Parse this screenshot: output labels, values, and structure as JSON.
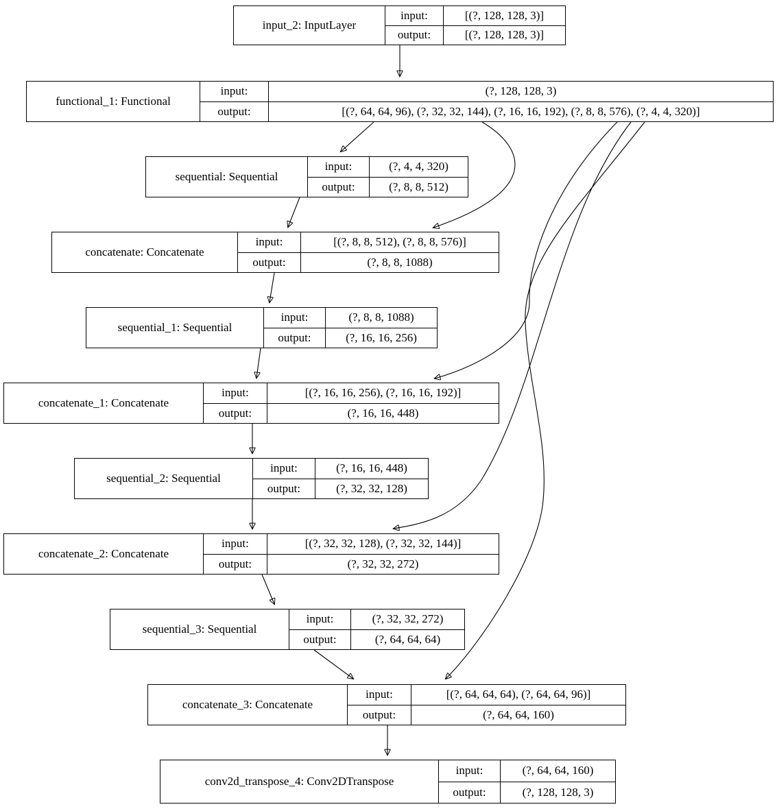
{
  "labels": {
    "input": "input:",
    "output": "output:"
  },
  "nodes": [
    {
      "id": "input_2",
      "name": "input_2: InputLayer",
      "input_value": "[(?, 128, 128, 3)]",
      "output_value": "[(?, 128, 128, 3)]"
    },
    {
      "id": "functional_1",
      "name": "functional_1: Functional",
      "input_value": "(?, 128, 128, 3)",
      "output_value": "[(?, 64, 64, 96), (?, 32, 32, 144), (?, 16, 16, 192), (?, 8, 8, 576), (?, 4, 4, 320)]"
    },
    {
      "id": "sequential",
      "name": "sequential: Sequential",
      "input_value": "(?, 4, 4, 320)",
      "output_value": "(?, 8, 8, 512)"
    },
    {
      "id": "concatenate",
      "name": "concatenate: Concatenate",
      "input_value": "[(?, 8, 8, 512), (?, 8, 8, 576)]",
      "output_value": "(?, 8, 8, 1088)"
    },
    {
      "id": "sequential_1",
      "name": "sequential_1: Sequential",
      "input_value": "(?, 8, 8, 1088)",
      "output_value": "(?, 16, 16, 256)"
    },
    {
      "id": "concatenate_1",
      "name": "concatenate_1: Concatenate",
      "input_value": "[(?, 16, 16, 256), (?, 16, 16, 192)]",
      "output_value": "(?, 16, 16, 448)"
    },
    {
      "id": "sequential_2",
      "name": "sequential_2: Sequential",
      "input_value": "(?, 16, 16, 448)",
      "output_value": "(?, 32, 32, 128)"
    },
    {
      "id": "concatenate_2",
      "name": "concatenate_2: Concatenate",
      "input_value": "[(?, 32, 32, 128), (?, 32, 32, 144)]",
      "output_value": "(?, 32, 32, 272)"
    },
    {
      "id": "sequential_3",
      "name": "sequential_3: Sequential",
      "input_value": "(?, 32, 32, 272)",
      "output_value": "(?, 64, 64, 64)"
    },
    {
      "id": "concatenate_3",
      "name": "concatenate_3: Concatenate",
      "input_value": "[(?, 64, 64, 64), (?, 64, 64, 96)]",
      "output_value": "(?, 64, 64, 160)"
    },
    {
      "id": "conv2d_transpose_4",
      "name": "conv2d_transpose_4: Conv2DTranspose",
      "input_value": "(?, 64, 64, 160)",
      "output_value": "(?, 128, 128, 3)"
    }
  ],
  "edges": [
    {
      "from": "input_2",
      "to": "functional_1"
    },
    {
      "from": "functional_1",
      "to": "sequential"
    },
    {
      "from": "functional_1",
      "to": "concatenate"
    },
    {
      "from": "functional_1",
      "to": "concatenate_1"
    },
    {
      "from": "functional_1",
      "to": "concatenate_2"
    },
    {
      "from": "functional_1",
      "to": "concatenate_3"
    },
    {
      "from": "sequential",
      "to": "concatenate"
    },
    {
      "from": "concatenate",
      "to": "sequential_1"
    },
    {
      "from": "sequential_1",
      "to": "concatenate_1"
    },
    {
      "from": "concatenate_1",
      "to": "sequential_2"
    },
    {
      "from": "sequential_2",
      "to": "concatenate_2"
    },
    {
      "from": "concatenate_2",
      "to": "sequential_3"
    },
    {
      "from": "sequential_3",
      "to": "concatenate_3"
    },
    {
      "from": "concatenate_3",
      "to": "conv2d_transpose_4"
    }
  ]
}
